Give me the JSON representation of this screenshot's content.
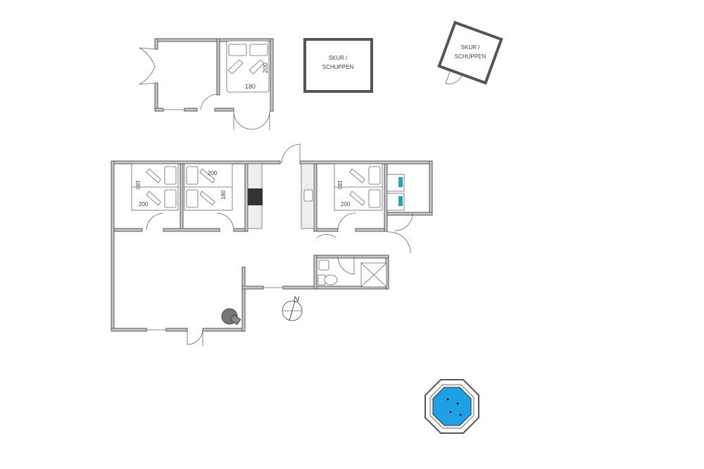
{
  "sheds": [
    {
      "line1": "SKUR /",
      "line2": "SCHUPPEN"
    },
    {
      "line1": "SKUR /",
      "line2": "SCHUPPEN"
    }
  ],
  "annex_bed": {
    "width_label": "180",
    "length_label": "200"
  },
  "bedroom1": {
    "width_label": "180",
    "length_label": "200"
  },
  "bedroom2": {
    "length_label": "200",
    "width_label": "180"
  },
  "bedroom3": {
    "width_label": "180",
    "length_label": "200"
  },
  "compass": {
    "north_label": "N"
  },
  "colors": {
    "wall": "#c8c8c8",
    "hot_tub_water": "#1ea0e6",
    "hob": "#333333"
  }
}
